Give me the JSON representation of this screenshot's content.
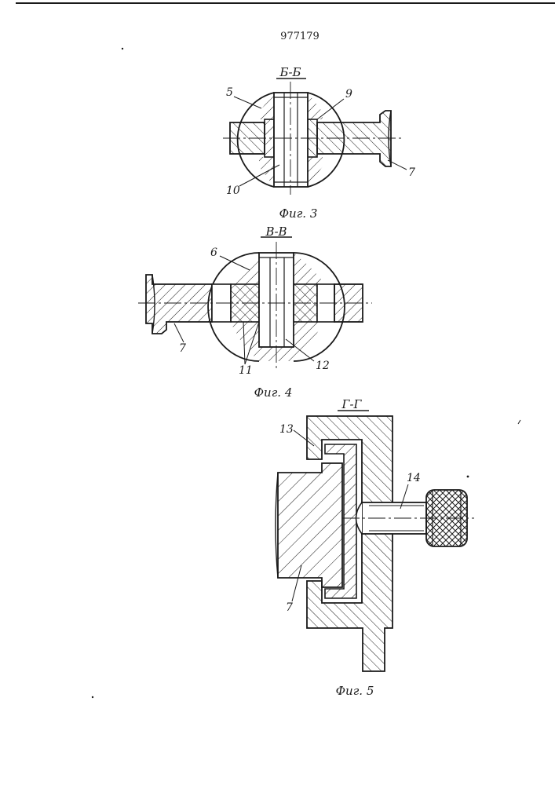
{
  "document": {
    "patent_number": "977179"
  },
  "figures": [
    {
      "id": "fig3",
      "caption": "Фиг. 3",
      "section_label": "Б-Б",
      "callouts": [
        "5",
        "9",
        "7",
        "10"
      ]
    },
    {
      "id": "fig4",
      "caption": "Фиг. 4",
      "section_label": "В-В",
      "callouts": [
        "6",
        "7",
        "11",
        "12"
      ]
    },
    {
      "id": "fig5",
      "caption": "Фиг. 5",
      "section_label": "Г-Г",
      "callouts": [
        "13",
        "14",
        "7"
      ]
    }
  ],
  "colors": {
    "ink": "#1a1a1a",
    "paper": "#ffffff"
  }
}
